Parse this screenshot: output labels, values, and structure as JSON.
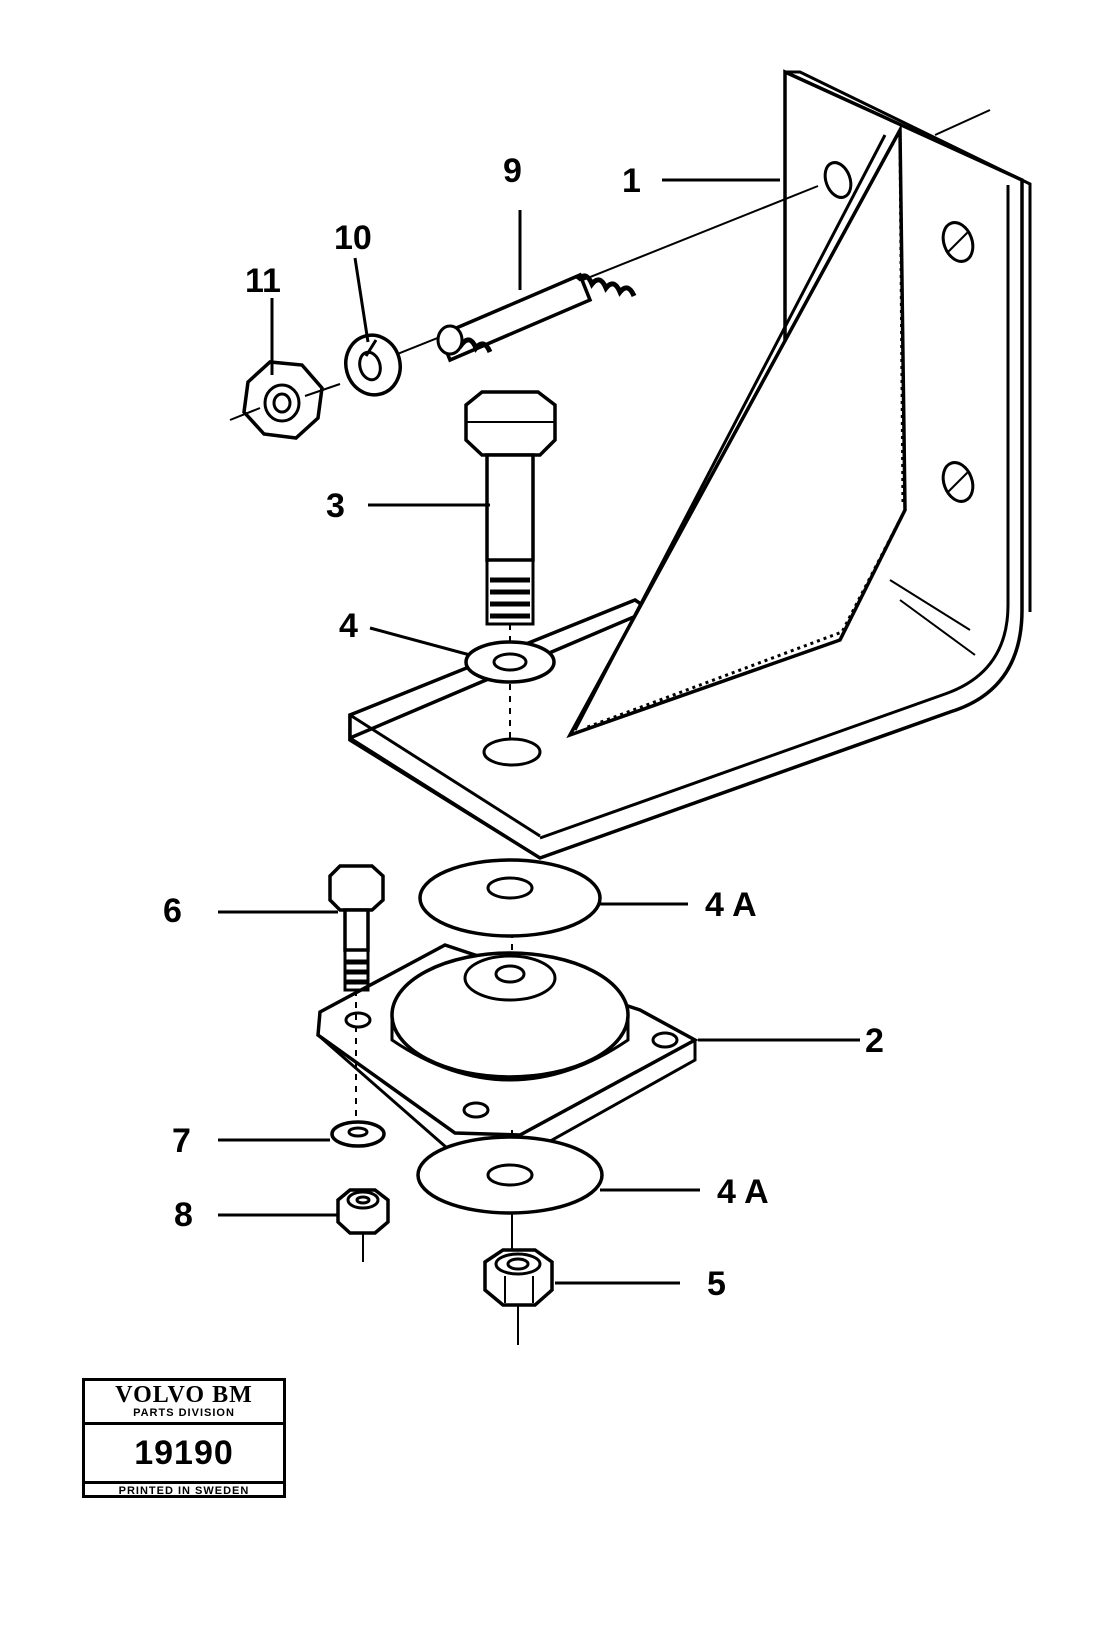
{
  "callouts": {
    "c1": "1",
    "c2": "2",
    "c3": "3",
    "c4": "4",
    "c4a_top": "4 A",
    "c4a_bottom": "4 A",
    "c5": "5",
    "c6": "6",
    "c7": "7",
    "c8": "8",
    "c9": "9",
    "c10": "10",
    "c11": "11"
  },
  "stamp": {
    "brand": "VOLVO BM",
    "division": "PARTS DIVISION",
    "number": "19190",
    "printed": "PRINTED IN SWEDEN"
  }
}
